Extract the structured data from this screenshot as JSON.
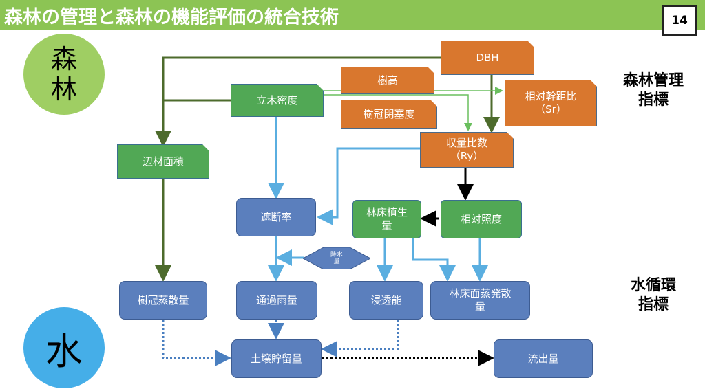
{
  "header": {
    "title": "森林の管理と森林の機能評価の統合技術",
    "page_number": "14"
  },
  "circles": {
    "forest": [
      "森",
      "林"
    ],
    "water": "水"
  },
  "side_labels": {
    "forest_mgmt": [
      "森林管理",
      "指標"
    ],
    "water_cycle": [
      "水循環",
      "指標"
    ]
  },
  "nodes": {
    "dbh": "DBH",
    "tree_height": "樹高",
    "relative_spacing": [
      "相対幹距比",
      "（Sr）"
    ],
    "stand_density": "立木密度",
    "canopy_closure": "樹冠閉塞度",
    "yield_ratio": [
      "収量比数",
      "（Ry）"
    ],
    "sapwood_area": "辺材面積",
    "interception_rate": "遮断率",
    "understory_veg": [
      "林床植生",
      "量"
    ],
    "relative_illuminance": "相対照度",
    "precipitation": [
      "降水",
      "量"
    ],
    "canopy_transpiration": "樹冠蒸散量",
    "throughfall": "通過雨量",
    "infiltration": "浸透能",
    "floor_evaporation": [
      "林床面蒸発散",
      "量"
    ],
    "soil_storage": "土壌貯留量",
    "runoff": "流出量"
  },
  "colors": {
    "title_bar": "#8cc454",
    "forest_circle": "#9fce63",
    "water_circle": "#45aee8",
    "green_box": "#51a855",
    "blue_box": "#5b7fbd",
    "orange_box": "#d9772e",
    "dark_green_line": "#4d6b2c",
    "blue_line": "#5aaee0",
    "light_green_line": "#6abf5e"
  }
}
